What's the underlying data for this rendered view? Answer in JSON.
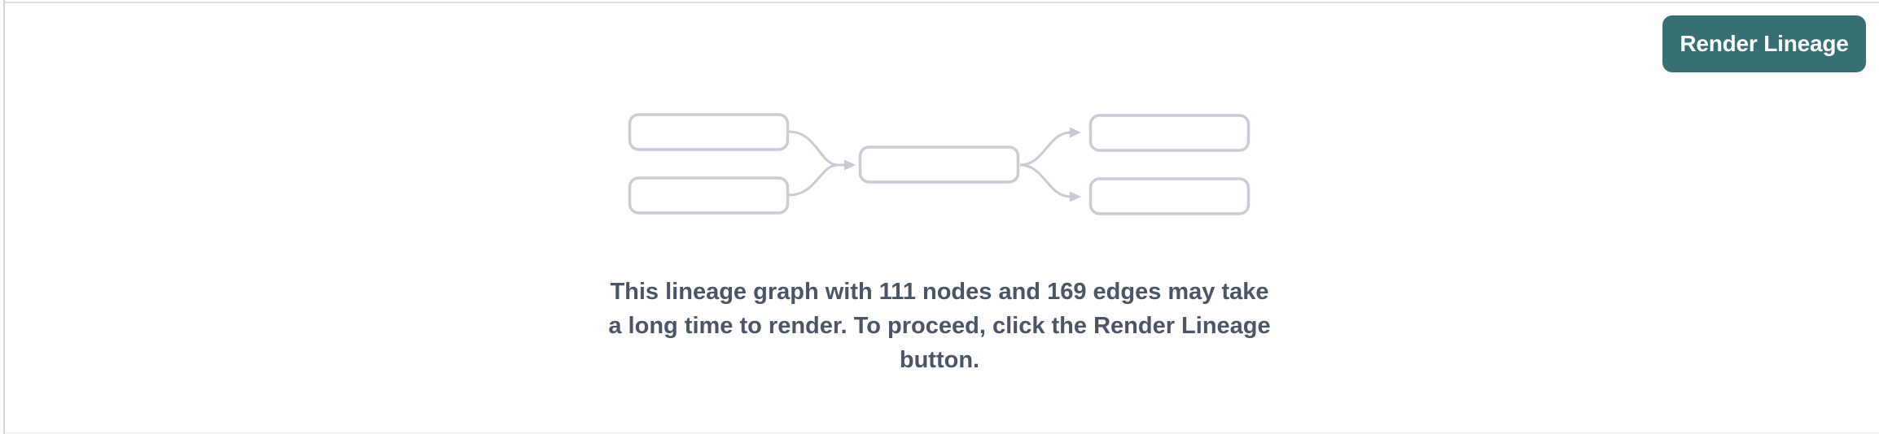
{
  "panel": {
    "background": "#ffffff",
    "border_top_color": "#dcdce0",
    "border_left_color": "#d4d4d8",
    "border_bottom_color": "#e7e7ea"
  },
  "toolbar": {
    "render_lineage_button": {
      "label": "Render Lineage",
      "background": "#366f74",
      "text_color": "#ffffff"
    }
  },
  "illustration": {
    "name": "lineage-graph-placeholder",
    "node_box_border_color": "#c7ccd5",
    "edge_color": "#c5cad4"
  },
  "message": {
    "lines": [
      "This lineage graph with 111 nodes and 169 edges may take",
      "a long time to render. To proceed, click the Render Lineage",
      "button."
    ],
    "full_text": "This lineage graph with 111 nodes and 169 edges may take a long time to render. To proceed, click the Render Lineage button.",
    "node_count": 111,
    "edge_count": 169,
    "text_color": "#4a5568"
  }
}
